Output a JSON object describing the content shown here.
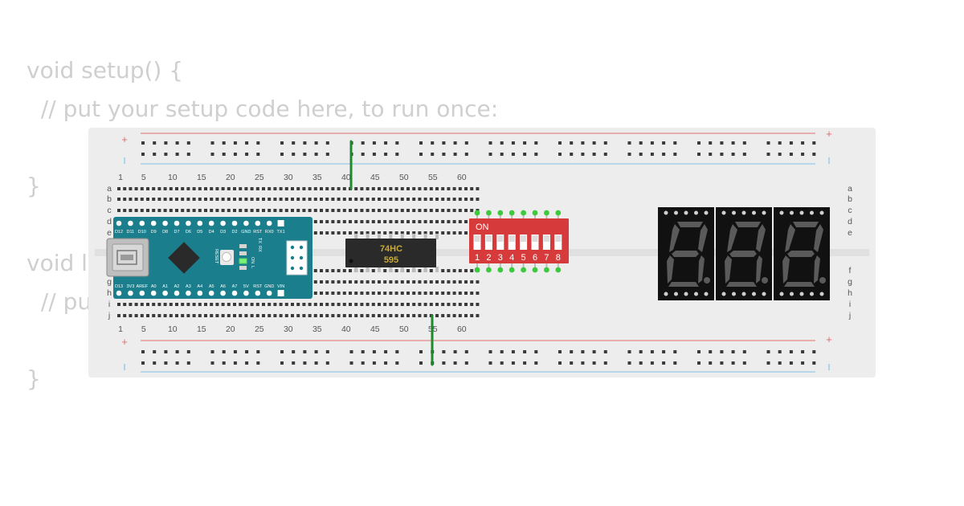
{
  "code_editor": {
    "lines": [
      "void setup() {",
      "  // put your setup code here, to run once:",
      "",
      "}",
      "",
      "void loop() {",
      "  // put your main code here, to run repeatedly:",
      "",
      "}"
    ]
  },
  "breadboard": {
    "column_numbers": [
      "1",
      "5",
      "10",
      "15",
      "20",
      "25",
      "30",
      "35",
      "40",
      "45",
      "50",
      "55",
      "60"
    ],
    "row_letters_top": [
      "a",
      "b",
      "c",
      "d",
      "e"
    ],
    "row_letters_bottom": [
      "f",
      "g",
      "h",
      "i",
      "j"
    ],
    "rail_plus_symbol": "+",
    "rail_minus_symbol": "-",
    "rail_red_color": "#e06d6d",
    "rail_blue_color": "#7fc4e8"
  },
  "arduino_nano": {
    "top_pin_labels": [
      "D12",
      "D11",
      "D10",
      "D9",
      "D8",
      "D7",
      "D6",
      "D5",
      "D4",
      "D3",
      "D2",
      "GND",
      "RST",
      "RX0",
      "TX1"
    ],
    "bottom_pin_labels": [
      "D13",
      "3V3",
      "AREF",
      "A0",
      "A1",
      "A2",
      "A3",
      "A4",
      "A5",
      "A6",
      "A7",
      "5V",
      "RST",
      "GND",
      "VIN"
    ],
    "led_labels": [
      "TX",
      "RX",
      "ON",
      "L"
    ],
    "reset_label": "RESET",
    "board_color": "#1a7e8c"
  },
  "shift_register": {
    "line1": "74HC",
    "line2": "595",
    "text_color": "#c8a838"
  },
  "dip_switch": {
    "on_label": "ON",
    "switch_numbers": [
      "1",
      "2",
      "3",
      "4",
      "5",
      "6",
      "7",
      "8"
    ],
    "body_color": "#d73a3a"
  },
  "seven_segment": {
    "digits": 3,
    "segment_color": "#5a5a5a"
  },
  "wires": {
    "color": "#1e8a2a"
  }
}
